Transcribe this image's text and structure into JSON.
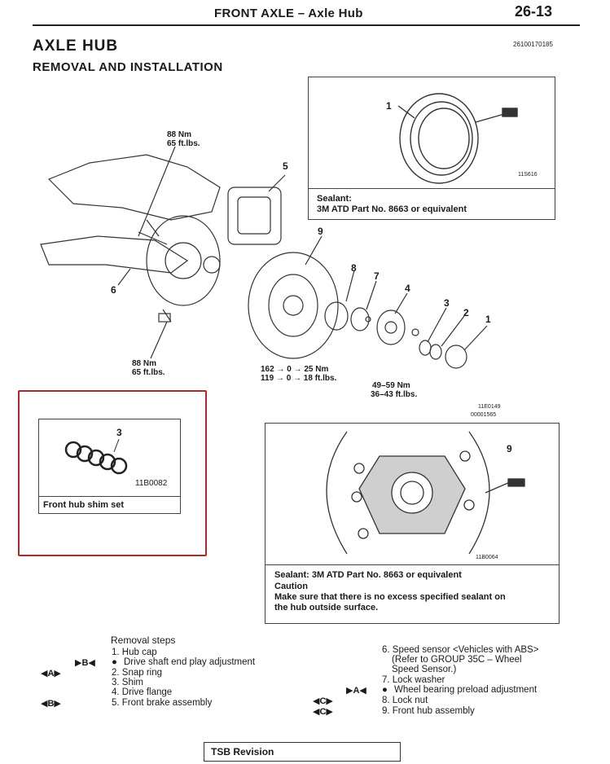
{
  "header": {
    "title": "FRONT AXLE – Axle Hub",
    "page_number": "26-13"
  },
  "section": {
    "title": "AXLE HUB",
    "subtitle": "REMOVAL AND INSTALLATION",
    "doc_code": "26100170185"
  },
  "main_diagram": {
    "torque_top": {
      "nm": "88 Nm",
      "ftlbs": "65 ft.lbs."
    },
    "torque_bottom": {
      "nm": "88 Nm",
      "ftlbs": "65 ft.lbs."
    },
    "torque_nut": {
      "line1": "162 → 0 → 25 Nm",
      "line2": "119 → 0 → 18 ft.lbs."
    },
    "torque_flange": {
      "nm": "49–59 Nm",
      "ftlbs": "36–43 ft.lbs."
    },
    "callouts": [
      "5",
      "9",
      "8",
      "7",
      "4",
      "3",
      "2",
      "1",
      "6"
    ],
    "figure_code_1": "11E0149",
    "figure_code_2": "00001565"
  },
  "inset_hubcap": {
    "callout": "1",
    "figure_code": "11S616",
    "caption_line1": "Sealant:",
    "caption_line2": "3M ATD Part No. 8663 or equivalent"
  },
  "inset_shim": {
    "callout": "3",
    "figure_code": "11B0082",
    "caption": "Front hub shim set"
  },
  "inset_flange": {
    "callout": "9",
    "figure_code": "11B0064",
    "caption_line1": "Sealant: 3M ATD Part No. 8663 or equivalent",
    "caption_line2": "Caution",
    "caption_line3": "Make sure that there is no excess specified sealant on",
    "caption_line4": "the hub outside surface."
  },
  "removal_steps": {
    "title": "Removal steps",
    "left": [
      {
        "symbol": "",
        "bullet": "",
        "text": "1. Hub cap"
      },
      {
        "symbol": "▶B◀",
        "bullet": "●",
        "text": "Drive shaft end play adjustment"
      },
      {
        "symbol": "◀A▶",
        "bullet": "",
        "text": "2. Snap ring"
      },
      {
        "symbol": "",
        "bullet": "",
        "text": "3. Shim"
      },
      {
        "symbol": "",
        "bullet": "",
        "text": "4. Drive flange"
      },
      {
        "symbol": "◀B▶",
        "bullet": "",
        "text": "5. Front brake assembly"
      }
    ],
    "right": [
      {
        "symbol": "",
        "bullet": "",
        "text": "6. Speed sensor <Vehicles with ABS>"
      },
      {
        "symbol": "",
        "bullet": "",
        "text": "(Refer to GROUP 35C – Wheel"
      },
      {
        "symbol": "",
        "bullet": "",
        "text": "Speed Sensor.)"
      },
      {
        "symbol": "",
        "bullet": "",
        "text": "7. Lock washer"
      },
      {
        "symbol": "▶A◀",
        "bullet": "●",
        "text": "Wheel bearing preload adjustment"
      },
      {
        "symbol": "◀C▶",
        "bullet": "",
        "text": "8. Lock nut"
      },
      {
        "symbol": "◀C▶",
        "bullet": "",
        "text": "9. Front hub assembly"
      }
    ]
  },
  "footer": {
    "tsb_label": "TSB Revision"
  }
}
